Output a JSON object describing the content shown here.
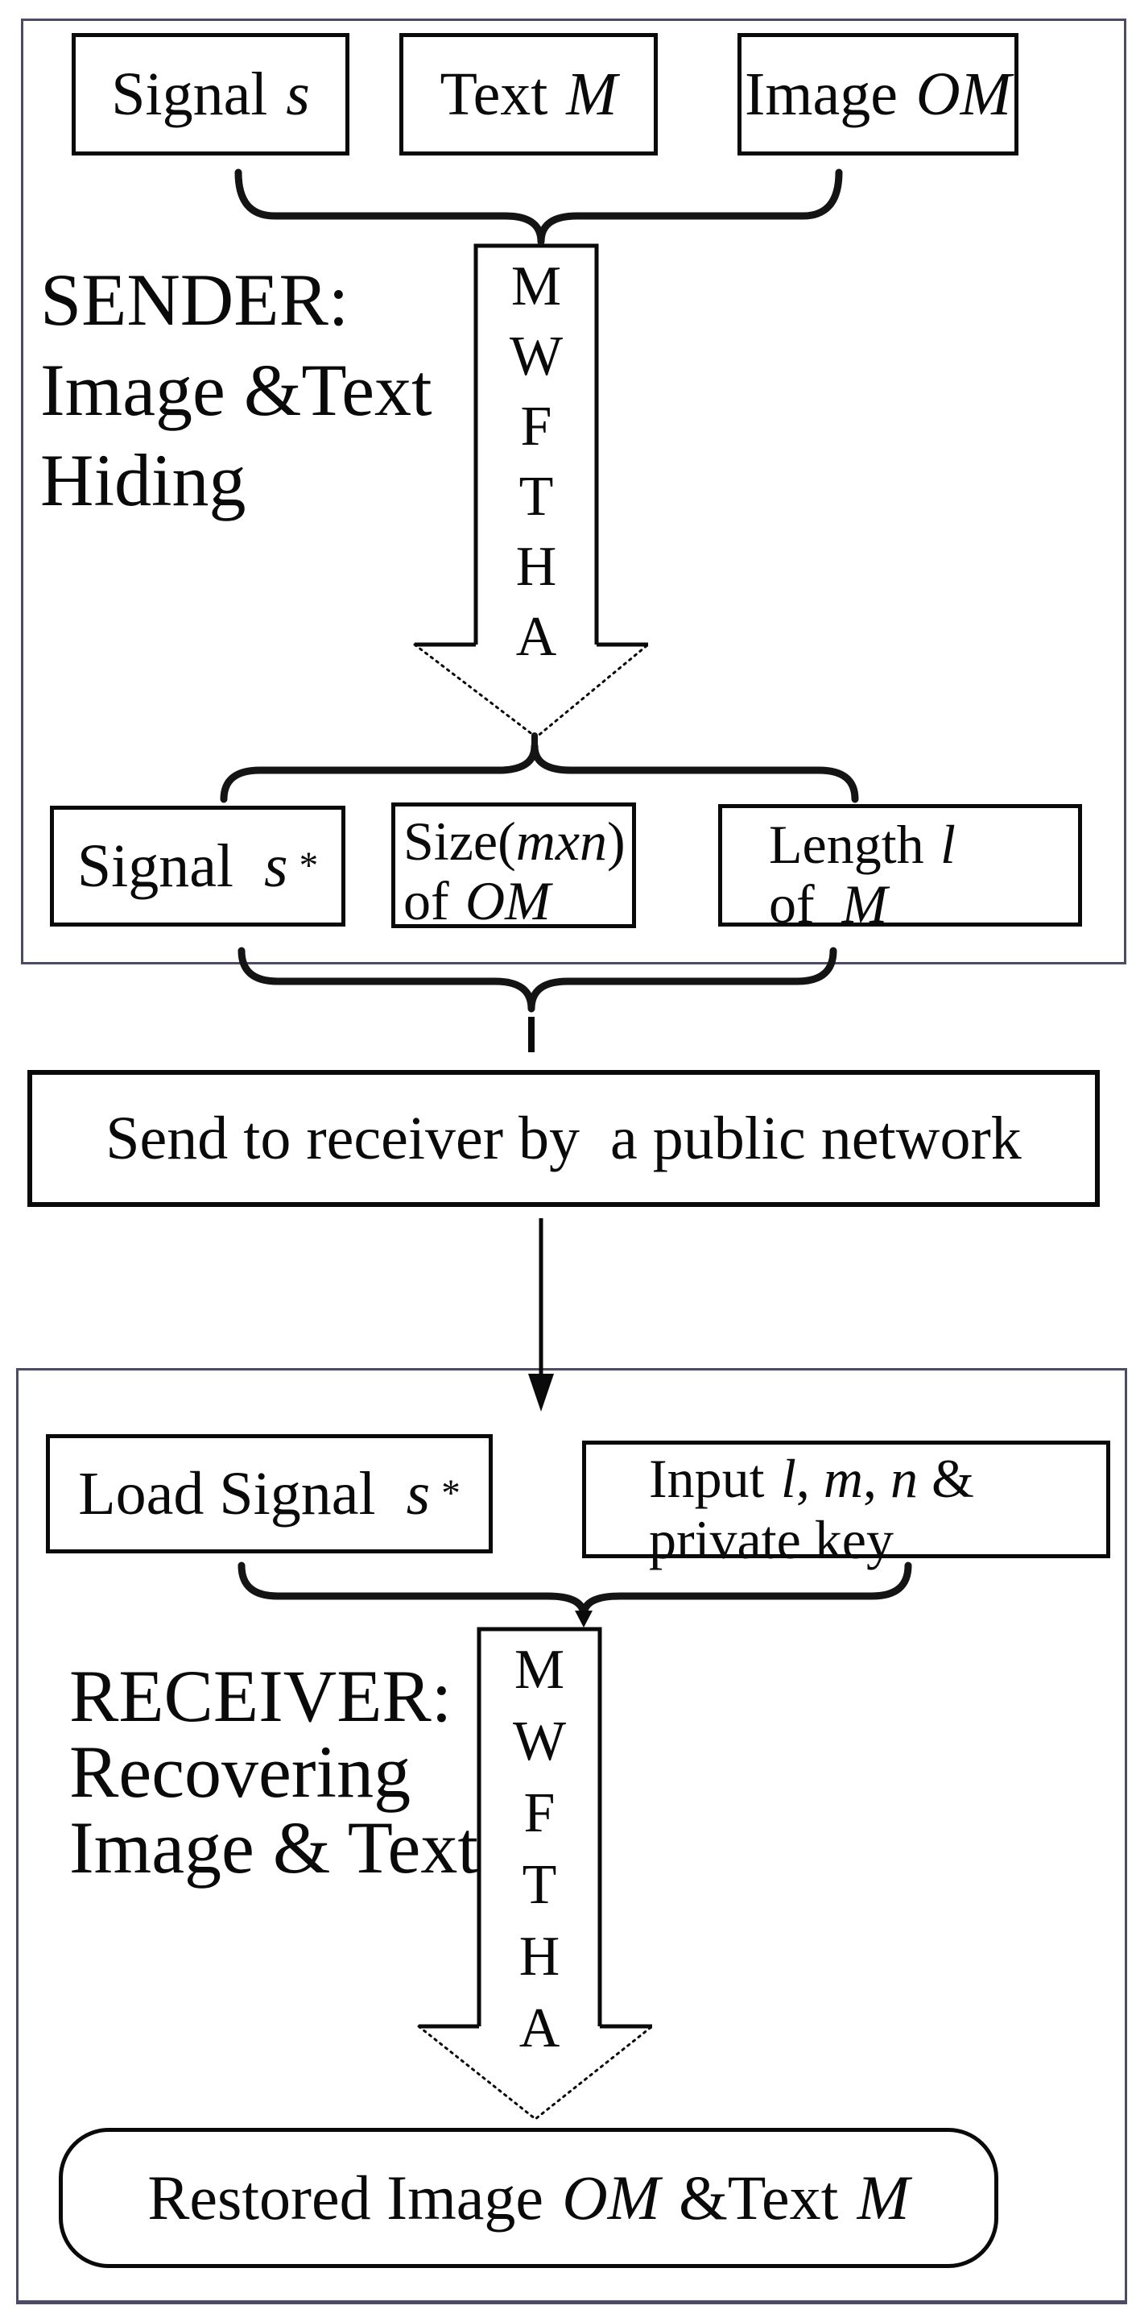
{
  "colors": {
    "outer_border": "#4b4b66",
    "ink": "#0a0a0a"
  },
  "sender": {
    "header": {
      "line1": "SENDER:",
      "line2": "Image &Text",
      "line3": "Hiding"
    },
    "inputs": {
      "signal": {
        "label": "Signal",
        "variable": "s"
      },
      "text": {
        "label": "Text",
        "variable": "M"
      },
      "image": {
        "label": "Image",
        "variable": "OM"
      }
    },
    "algorithm": {
      "letters": [
        "M",
        "W",
        "F",
        "T",
        "H",
        "A"
      ]
    },
    "outputs": {
      "signal_star": {
        "label": "Signal",
        "variable": "s",
        "superscript": "*"
      },
      "size": {
        "line1_label": "Size(",
        "line1_var": "mxn",
        "line1_close": ")",
        "line2_label": "of",
        "line2_var": "OM"
      },
      "length": {
        "line1_label": "Length",
        "line1_var": "l",
        "line2_label": "of",
        "line2_var": "M"
      }
    }
  },
  "network": {
    "label": "Send to receiver by  a public network"
  },
  "receiver": {
    "header": {
      "line1": "RECEIVER:",
      "line2": "Recovering",
      "line3": "Image & Text"
    },
    "inputs": {
      "load": {
        "label": "Load Signal",
        "variable": "s",
        "superscript": "*"
      },
      "params": {
        "line1_label": "Input",
        "var_l": "l",
        "sep1": ", ",
        "var_m": "m",
        "sep2": ", ",
        "var_n": "n",
        "amp": " &",
        "line2": "private key"
      }
    },
    "algorithm": {
      "letters": [
        "M",
        "W",
        "F",
        "T",
        "H",
        "A"
      ]
    },
    "output": {
      "label1": "Restored Image",
      "var1": "OM",
      "label2": "&Text",
      "var2": "M"
    }
  }
}
